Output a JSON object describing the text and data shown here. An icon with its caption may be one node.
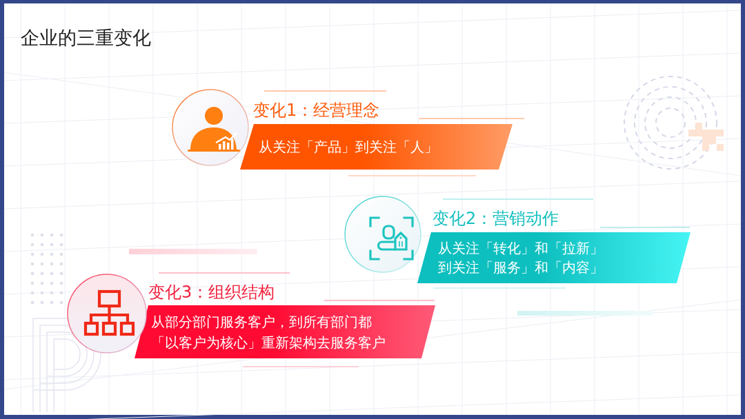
{
  "diagram": {
    "title": "企业的三重变化",
    "nodes": [
      {
        "text": [
          "变化1：经营理念",
          "从关注「产品」到关注「人」"
        ]
      },
      {
        "text": [
          "变化2：营销动作",
          "从关注「转化」和「拉新」到关注「服务」和「内容」"
        ]
      },
      {
        "text": [
          "变化3：组织结构",
          "从部分部门服务客户，到所有部门都「以客户为核心」重新架构去服务客户"
        ]
      }
    ],
    "edges": []
  }
}
